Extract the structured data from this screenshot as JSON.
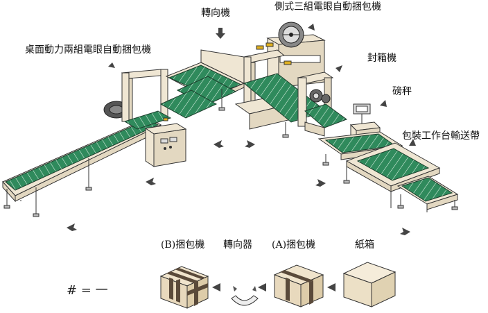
{
  "labels": {
    "turner": "轉向機",
    "side_strapper": "側式三組電眼自動捆包機",
    "table_strapper": "桌面動力兩組電眼自動捆包機",
    "sealer": "封箱機",
    "scale": "磅秤",
    "conveyor": "包裝工作台輸送帶"
  },
  "process": {
    "b_strap": "(B)捆包機",
    "rotator": "轉向器",
    "a_strap": "(A)捆包機",
    "carton": "紙箱",
    "symbols": "# = 一"
  },
  "colors": {
    "belt": "#2f8a5c",
    "frame": "#efe6d3"
  }
}
